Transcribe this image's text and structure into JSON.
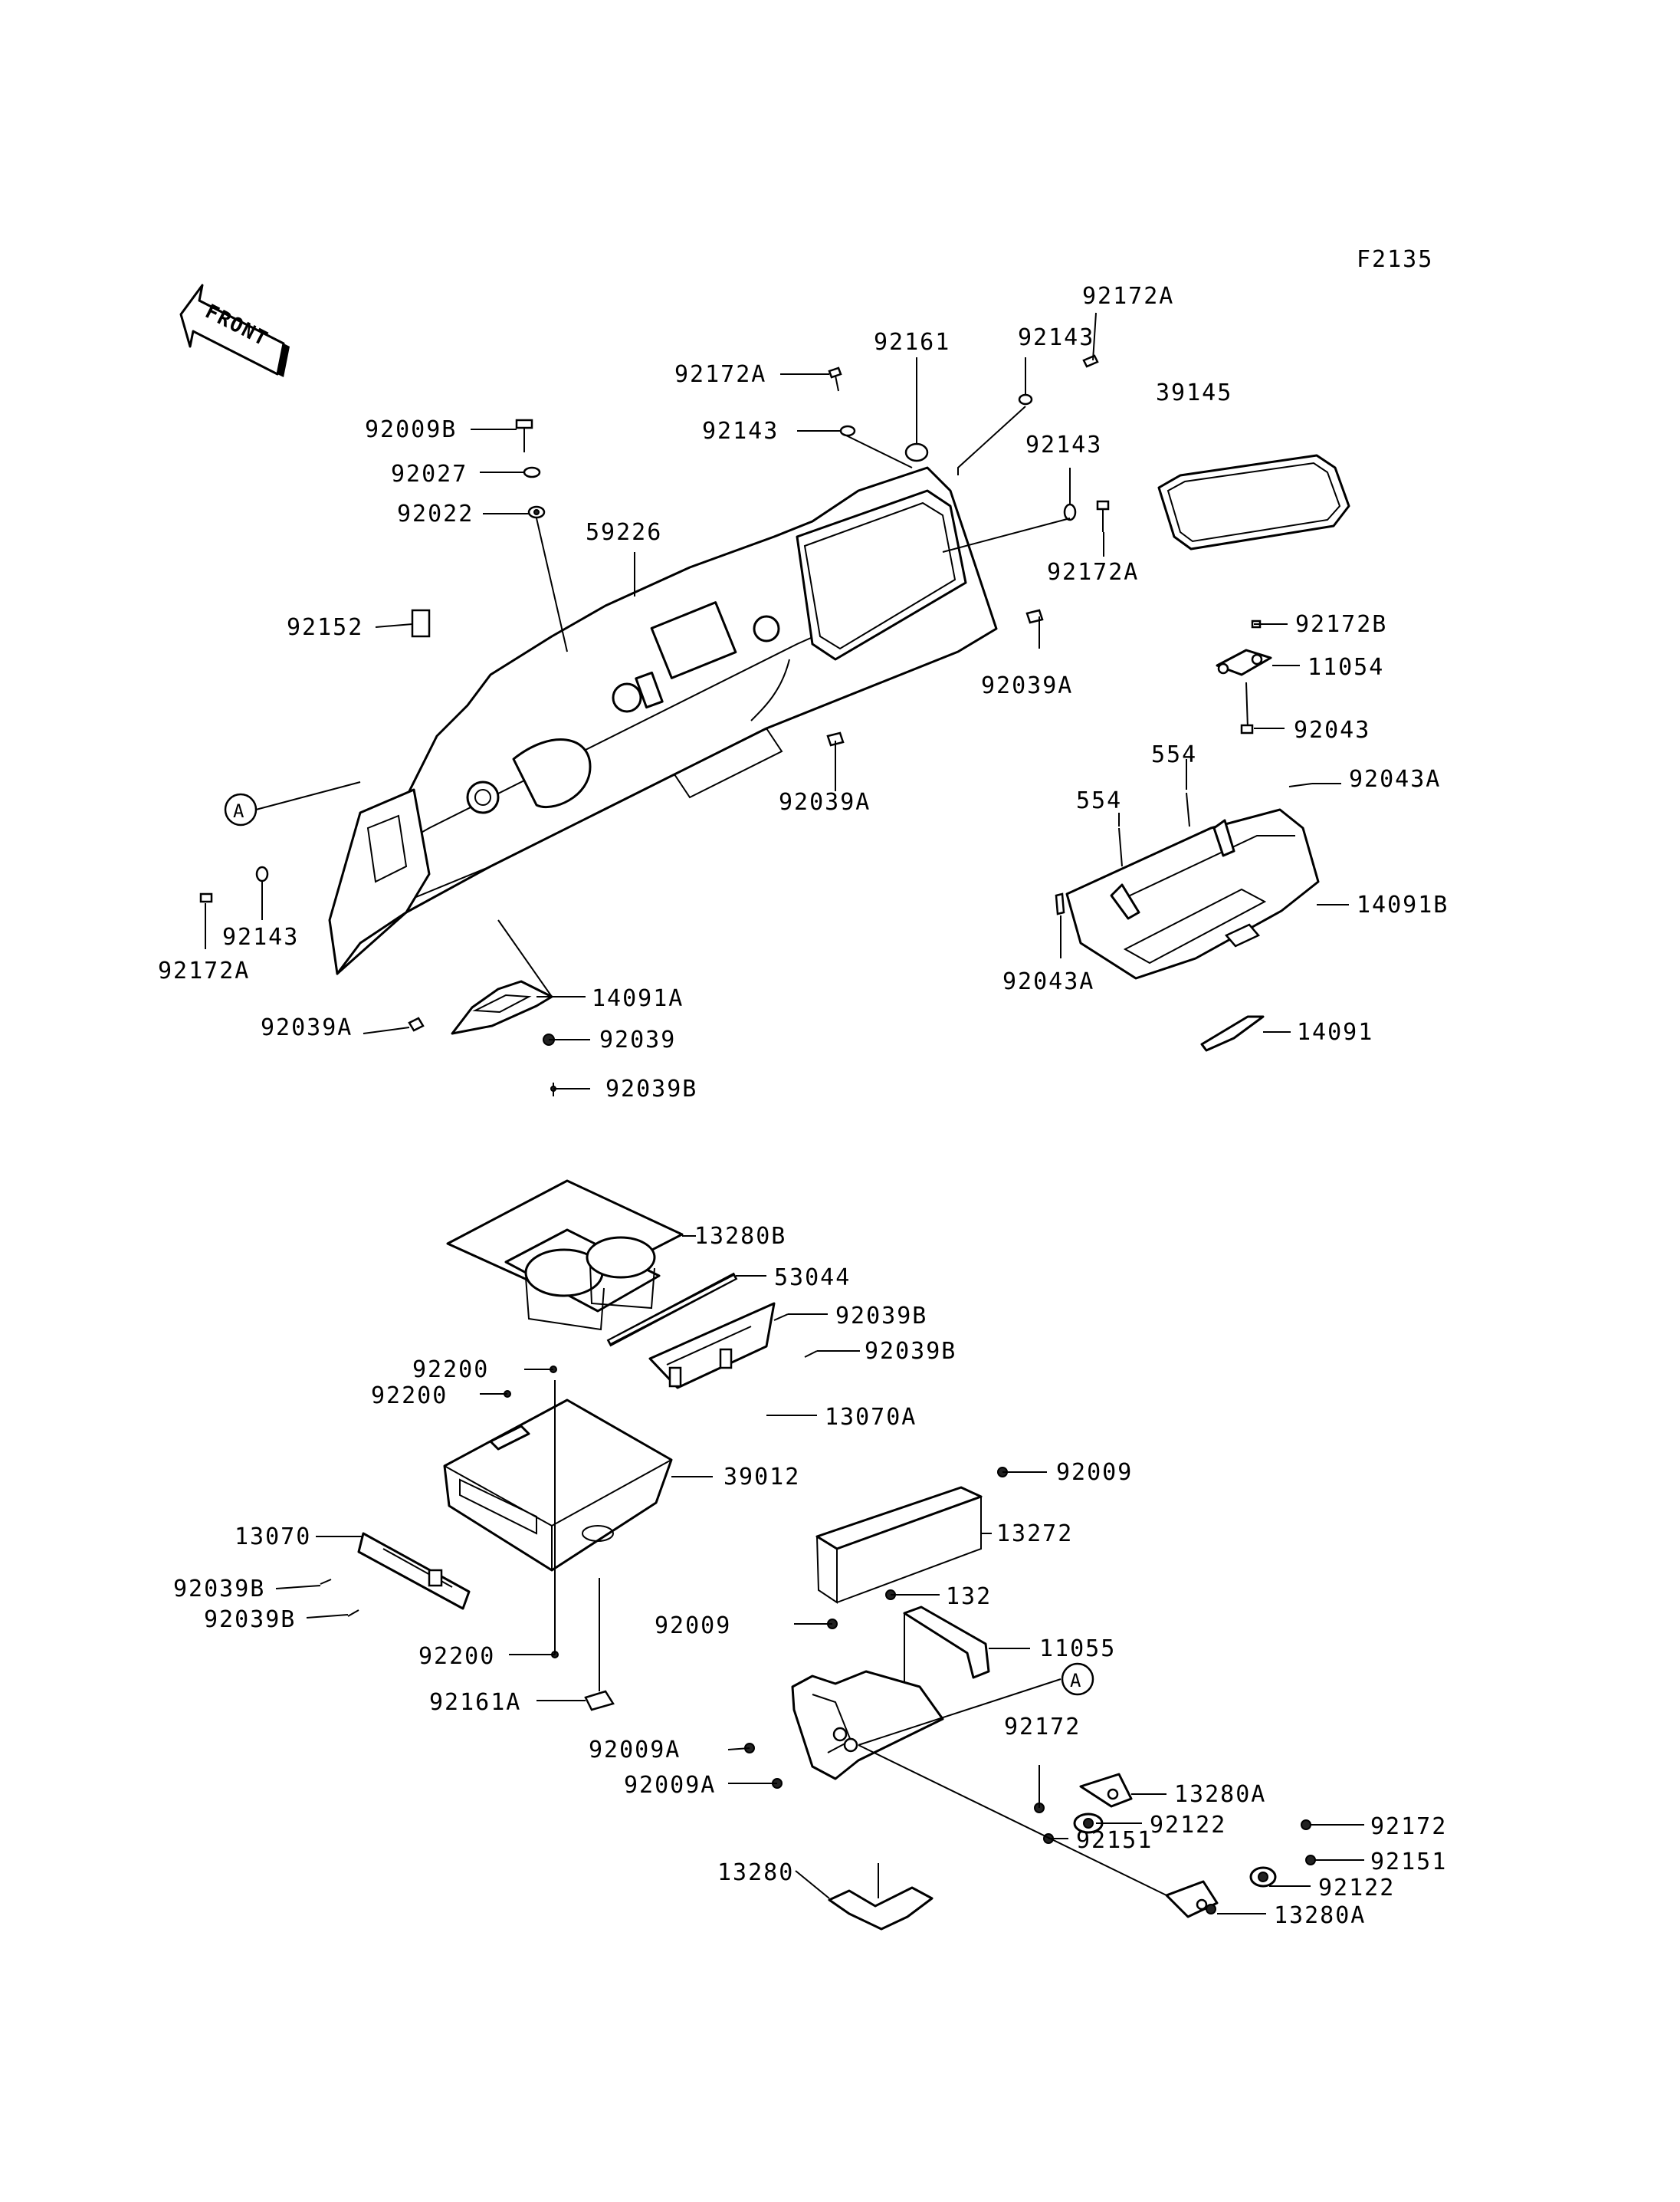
{
  "figure_code": "F2135",
  "front_label": "FRONT",
  "ref_marker": "A",
  "upper_group": {
    "labels": [
      "92172A",
      "92161",
      "92143",
      "92172A",
      "92143",
      "39145",
      "92009B",
      "92027",
      "92143",
      "92022",
      "59226",
      "92172A",
      "92152",
      "92172B",
      "11054",
      "92039A",
      "92043",
      "554",
      "554",
      "92043A",
      "92039A",
      "92143",
      "14091B",
      "92172A",
      "92043A",
      "14091A",
      "92039A",
      "92039",
      "14091"
    ]
  },
  "lower_group": {
    "labels": [
      "92039B",
      "13280B",
      "53044",
      "92039B",
      "92039B",
      "92200",
      "92200",
      "13070A",
      "92009",
      "39012",
      "13070",
      "13272",
      "92039B",
      "92039B",
      "132",
      "92009",
      "11055",
      "92200",
      "92161A",
      "92172",
      "92009A",
      "13280A",
      "92009A",
      "92122",
      "92151",
      "92172",
      "13280",
      "92151",
      "92122",
      "13280A"
    ]
  }
}
